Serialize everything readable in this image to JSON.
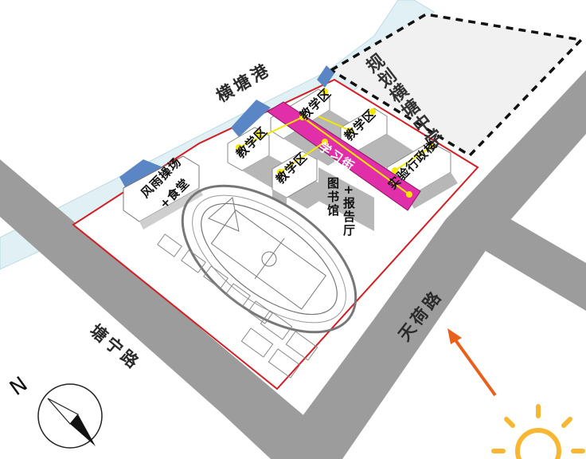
{
  "labels": {
    "river": "横塘港",
    "road_tangning": "塘宁路",
    "road_tianhe": "天荷路",
    "future_school": "规划横塘中学",
    "study_street": "学习街",
    "lab_building": "实验行政楼",
    "library_line1": "图书馆",
    "library_line2": "+报告厅",
    "gym_line1": "风雨操场",
    "gym_line2": "+食堂",
    "teaching_1": "教学区",
    "teaching_2": "教学区",
    "teaching_3": "教学区",
    "teaching_4": "教学区",
    "compass_n": "N"
  },
  "colors": {
    "road": "#9c9c9c",
    "river": "#e0f0f4",
    "site_boundary": "#d21e24",
    "study_street": "#e02fa8",
    "path_yellow": "#f5e800",
    "sun": "#f7b733",
    "arrow": "#e8601c",
    "building_shadow": "#aaaaaa",
    "roof_blue": "#5b86c6"
  },
  "icons": [
    "compass-icon",
    "sun-icon",
    "sun-direction-arrow-icon"
  ]
}
